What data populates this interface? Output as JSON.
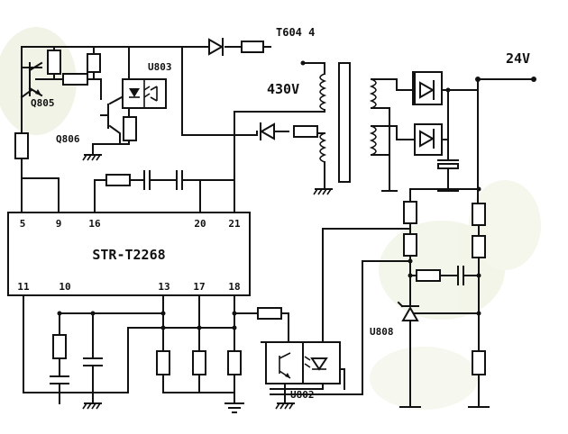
{
  "labels": {
    "t604": "T604 4",
    "v430": "430V",
    "v24": "24V",
    "q805": "Q805",
    "q806": "Q806",
    "u803": "U803",
    "u802": "U802",
    "u808": "U808",
    "ic_name": "STR-T2268"
  },
  "ic_pins": {
    "top": [
      "5",
      "9",
      "16",
      "20",
      "21"
    ],
    "bottom": [
      "11",
      "10",
      "13",
      "17",
      "18"
    ]
  },
  "colors": {
    "line": "#111111",
    "background": "#ffffff",
    "watermark": "#dfe5c9"
  }
}
